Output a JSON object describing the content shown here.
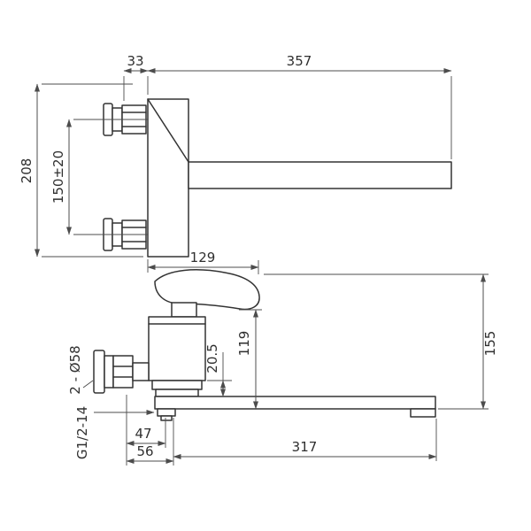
{
  "front_view": {
    "dims": {
      "mount_offset": "33",
      "spout_length": "357",
      "overall_height": "208",
      "mount_spacing": "150±20",
      "body_width": "129"
    }
  },
  "side_view": {
    "dims": {
      "spout_offset": "20.5",
      "body_drop": "119",
      "overall_height": "155",
      "wall_to_body": "47",
      "wall_to_axis": "56",
      "spout_reach": "317"
    },
    "labels": {
      "escutcheon_count_dia": "2 - Ø58",
      "thread_spec": "G1/2-14"
    }
  },
  "style": {
    "part_line_color": "#333333",
    "dim_line_color": "#4c4c4c",
    "background": "#ffffff"
  }
}
